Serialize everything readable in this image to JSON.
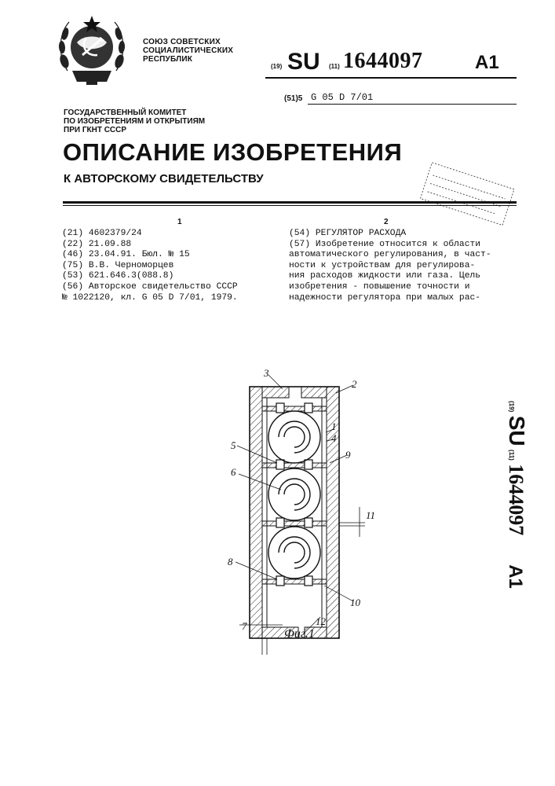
{
  "header": {
    "organization": [
      "СОЮЗ СОВЕТСКИХ",
      "СОЦИАЛИСТИЧЕСКИХ",
      "РЕСПУБЛИК"
    ],
    "code_19": "(19)",
    "country": "SU",
    "code_11": "(11)",
    "patent_number": "1644097",
    "kind": "A1",
    "ipc_code": "(51)5",
    "ipc": "G 05 D 7/01",
    "committee": [
      "ГОСУДАРСТВЕННЫЙ КОМИТЕТ",
      "ПО ИЗОБРЕТЕНИЯМ И ОТКРЫТИЯМ",
      "ПРИ ГКНТ СССР"
    ],
    "title": "ОПИСАНИЕ ИЗОБРЕТЕНИЯ",
    "subtitle": "К АВТОРСКОМУ СВИДЕТЕЛЬСТВУ"
  },
  "columns": {
    "left_number": "1",
    "right_number": "2"
  },
  "bibliography": [
    "(21) 4602379/24",
    "(22) 21.09.88",
    "(46) 23.04.91. Бюл. № 15",
    "(75) В.В. Черноморцев",
    "(53) 621.646.3(088.8)",
    "(56) Авторское свидетельство СССР",
    "№ 1022120, кл. G 05 D 7/01, 1979."
  ],
  "abstract": [
    "(54) РЕГУЛЯТОР РАСХОДА",
    "(57) Изобретение относится к области",
    "автоматического регулирования, в част-",
    "ности к устройствам для регулирова-",
    "ния расходов жидкости или газа. Цель",
    "изобретения - повышение точности и",
    "надежности регулятора при малых рас-"
  ],
  "figure": {
    "caption": "Фиг.1",
    "labels": [
      "1",
      "2",
      "3",
      "4",
      "5",
      "6",
      "7",
      "8",
      "9",
      "10",
      "11",
      "12"
    ]
  },
  "side_stamp": {
    "code_19": "(19)",
    "country": "SU",
    "code_11": "(11)",
    "number": "1644097",
    "kind": "A1"
  }
}
